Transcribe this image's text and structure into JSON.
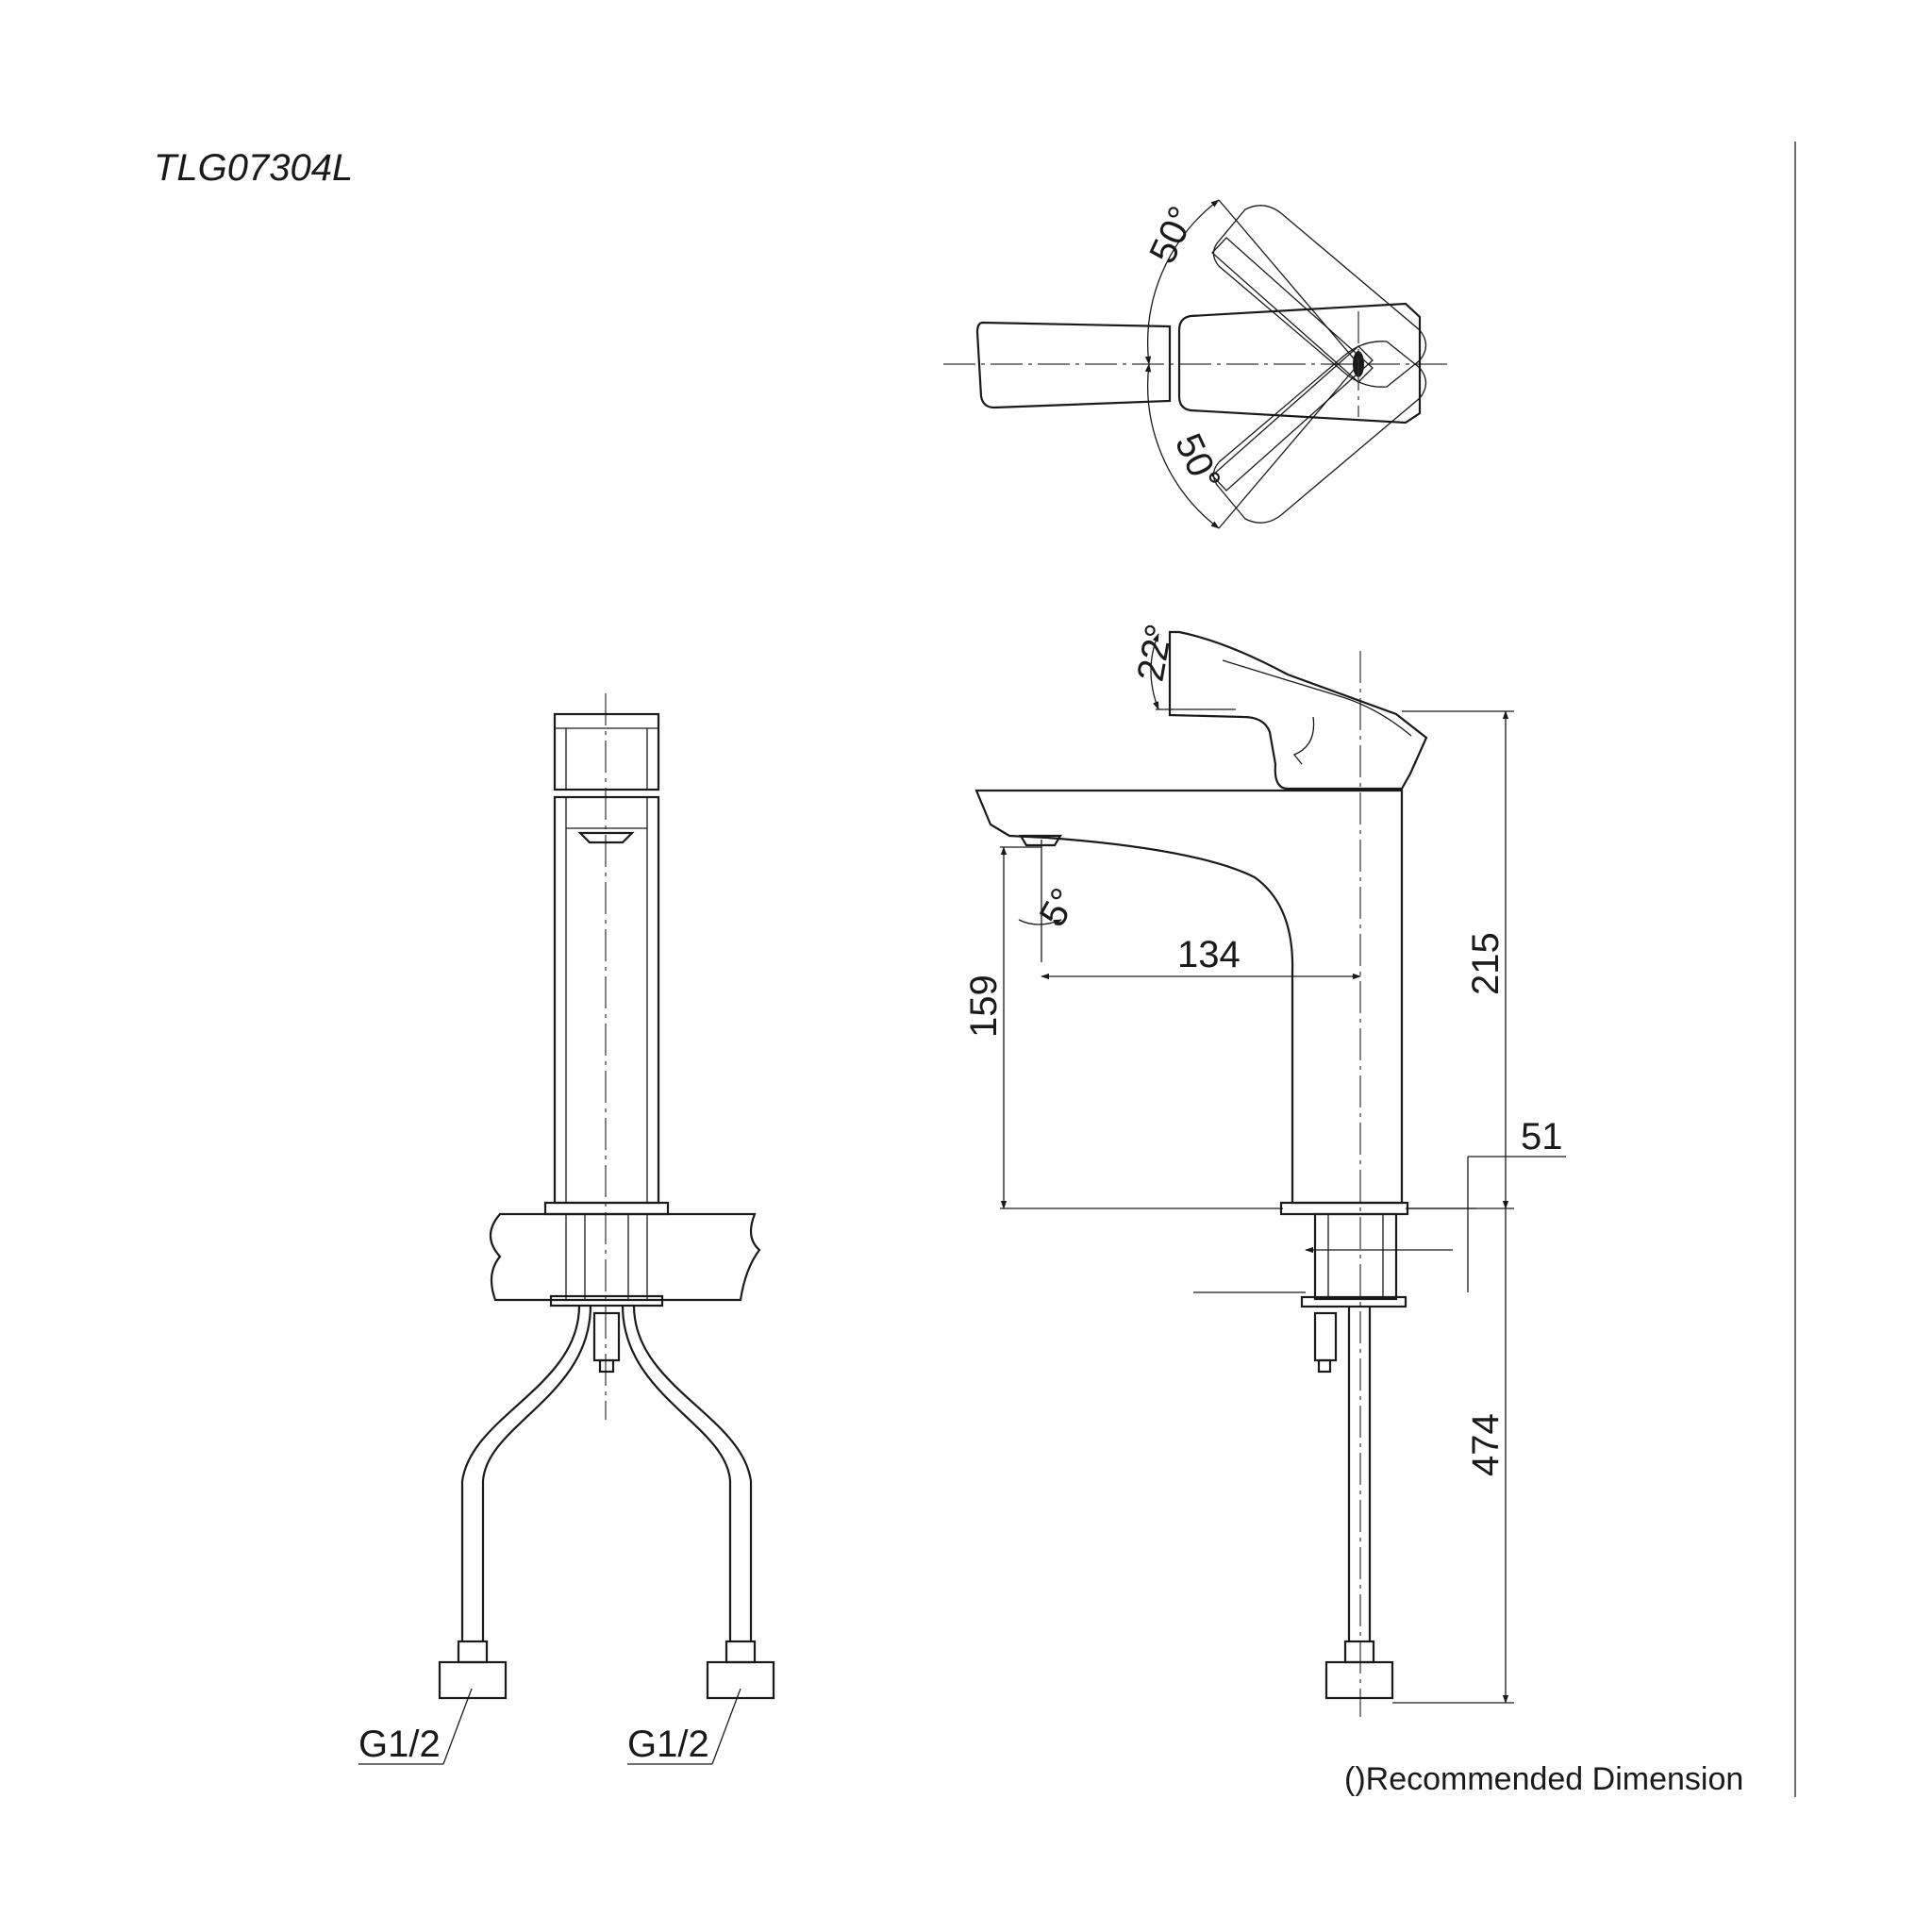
{
  "model_number": "TLG07304L",
  "dimensions": {
    "handle_rotation_left": "50°",
    "handle_rotation_right": "50°",
    "handle_tilt": "22°",
    "spout_angle": "5°",
    "spout_reach": "134",
    "spout_height": "159",
    "overall_height": "215",
    "deck_thickness": "51",
    "hose_length": "474"
  },
  "connections": {
    "left": "G1/2",
    "right": "G1/2"
  },
  "footnote": "()Recommended Dimension",
  "colors": {
    "line": "#1a1a1a",
    "background": "#ffffff"
  }
}
